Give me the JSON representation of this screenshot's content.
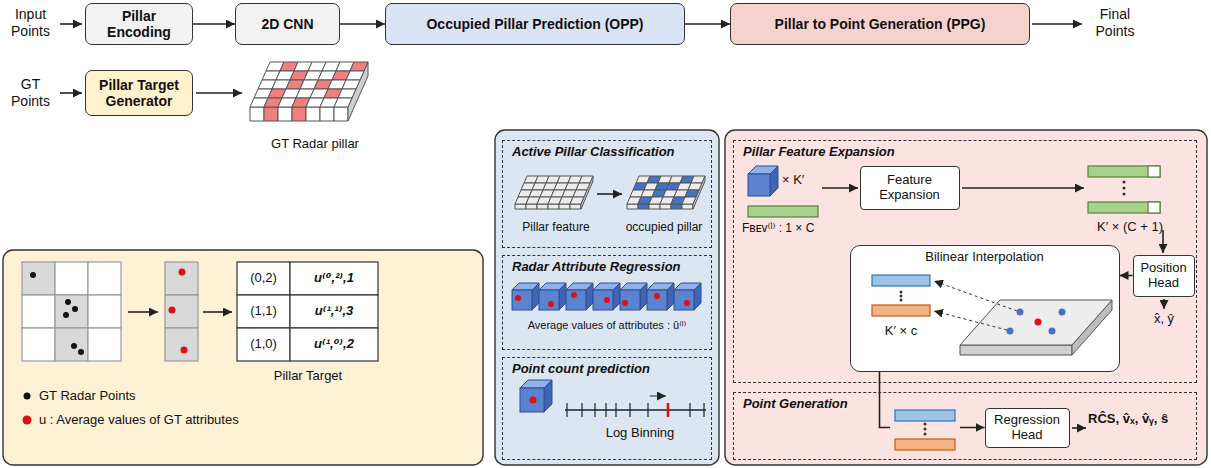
{
  "diagram": {
    "nodes": [
      {
        "text": [
          "Pillar Encoding"
        ]
      },
      {
        "text": [
          "2D CNN"
        ]
      },
      {
        "text": [
          "Occupied Pillar Prediction (OPP)"
        ]
      },
      {
        "text": [
          "Pillar to Point Generation (PPG)"
        ]
      },
      {
        "text": [
          "Pillar Target Generator"
        ]
      },
      {
        "text": [
          "Active Pillar Classification"
        ]
      },
      {
        "text": [
          "Radar Attribute Regression"
        ]
      },
      {
        "text": [
          "Point count prediction"
        ]
      },
      {
        "text": [
          "Pillar Feature Expansion"
        ]
      },
      {
        "text": [
          "Feature Expansion"
        ],
        "in": 8
      },
      {
        "text": [
          "Bilinear Interpolation"
        ],
        "in": 8
      },
      {
        "text": [
          "Position Head"
        ],
        "in": 8
      },
      {
        "text": [
          "Point Generation"
        ]
      },
      {
        "text": [
          "Regression Head"
        ],
        "in": 12
      }
    ],
    "edges": [
      {
        "from": 0,
        "to": 1,
        "arrow": "to"
      },
      {
        "from": 1,
        "to": 2,
        "arrow": "to"
      },
      {
        "from": 2,
        "to": 3,
        "arrow": "to"
      },
      {
        "from": 11,
        "to": 10,
        "arrow": "to"
      },
      {
        "from": 10,
        "to": 13,
        "arrow": "to"
      }
    ],
    "labels": [
      "Input Points",
      "Final Points",
      "GT Points",
      "GT Radar pillar",
      "(0,2)",
      "u⁽⁰,²⁾,1",
      "(1,1)",
      "u⁽¹,¹⁾,3",
      "(1,0)",
      "u⁽¹,⁰⁾,2",
      "Pillar Target",
      "Pillar feature",
      "occupied pillar",
      "Average values of attributes : û⁽ˡ⁾",
      "Log Binning",
      "× K′",
      "Fʙᴇᴠ⁽ˡ⁾ : 1 × C",
      "K′ × (C + 1)",
      "x̂, ŷ",
      "K′ × c",
      "RĈS, v̂ₓ, v̂ᵧ, ŝ"
    ],
    "legend": [
      {
        "text": "GT Radar Points"
      },
      {
        "text": "u : Average values of GT attributes"
      }
    ]
  }
}
